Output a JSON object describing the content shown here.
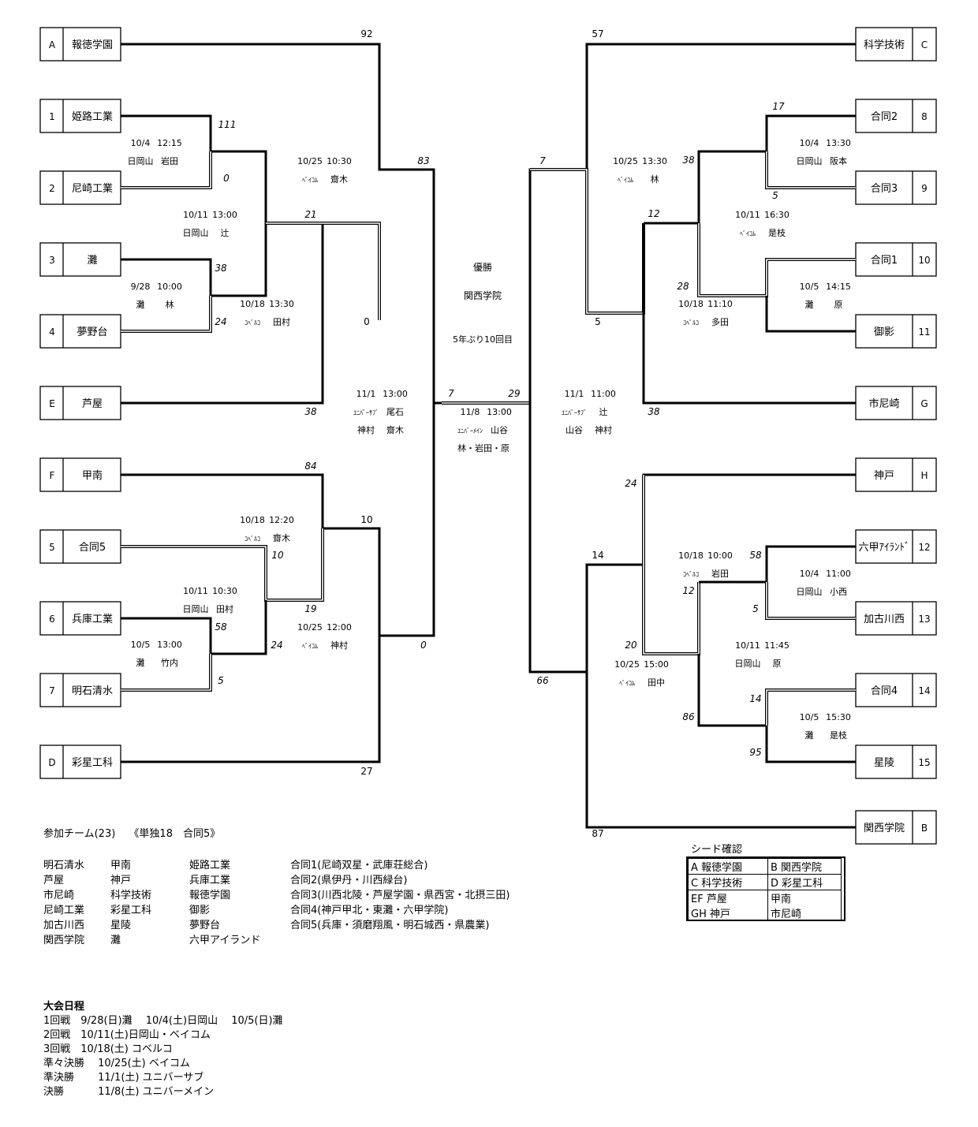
{
  "teams_left": [
    {
      "seed": "A",
      "name": "報徳学園"
    },
    {
      "seed": "1",
      "name": "姫路工業"
    },
    {
      "seed": "2",
      "name": "尼崎工業"
    },
    {
      "seed": "3",
      "name": "灘"
    },
    {
      "seed": "4",
      "name": "夢野台"
    },
    {
      "seed": "E",
      "name": "芦屋"
    },
    {
      "seed": "F",
      "name": "甲南"
    },
    {
      "seed": "5",
      "name": "合同5"
    },
    {
      "seed": "6",
      "name": "兵庫工業"
    },
    {
      "seed": "7",
      "name": "明石清水"
    },
    {
      "seed": "D",
      "name": "彩星工科"
    }
  ],
  "teams_right": [
    {
      "seed": "C",
      "name": "科学技術"
    },
    {
      "seed": "8",
      "name": "合同2"
    },
    {
      "seed": "9",
      "name": "合同3"
    },
    {
      "seed": "10",
      "name": "合同1"
    },
    {
      "seed": "11",
      "name": "御影"
    },
    {
      "seed": "G",
      "name": "市尼崎"
    },
    {
      "seed": "H",
      "name": "神戸"
    },
    {
      "seed": "12",
      "name": "六甲ｱｲﾗﾝﾄﾞ"
    },
    {
      "seed": "13",
      "name": "加古川西"
    },
    {
      "seed": "14",
      "name": "合同4"
    },
    {
      "seed": "15",
      "name": "星陵"
    },
    {
      "seed": "B",
      "name": "関西学院"
    }
  ],
  "scores": [
    "92",
    "111",
    "0",
    "38",
    "24",
    "21",
    "83",
    "0",
    "38",
    "84",
    "10",
    "19",
    "58",
    "5",
    "24",
    "10",
    "0",
    "27",
    "7",
    "29",
    "57",
    "17",
    "5",
    "38",
    "12",
    "28",
    "7",
    "5",
    "38",
    "24",
    "58",
    "5",
    "12",
    "14",
    "95",
    "86",
    "20",
    "14",
    "66",
    "87"
  ],
  "match_info": [
    {
      "date": "10/4",
      "time": "12:15",
      "venue": "日岡山",
      "ump": "岩田"
    },
    {
      "date": "10/25",
      "time": "10:30",
      "venue": "ﾍﾞｲｺﾑ",
      "ump": "齋木"
    },
    {
      "date": "10/11",
      "time": "13:00",
      "venue": "日岡山",
      "ump": "辻"
    },
    {
      "date": "9/28",
      "time": "10:00",
      "venue": "灘",
      "ump": "林"
    },
    {
      "date": "10/18",
      "time": "13:30",
      "venue": "ｺﾍﾞﾙｺ",
      "ump": "田村"
    },
    {
      "date": "11/1",
      "time": "13:00",
      "venue": "ﾕﾆﾊﾞｰｻﾌﾞ",
      "ump": "尾石",
      "ump2": "神村",
      "ump3": "齋木"
    },
    {
      "date": "10/18",
      "time": "12:20",
      "venue": "ｺﾍﾞﾙｺ",
      "ump": "齋木"
    },
    {
      "date": "10/11",
      "time": "10:30",
      "venue": "日岡山",
      "ump": "田村"
    },
    {
      "date": "10/25",
      "time": "12:00",
      "venue": "ﾍﾞｲｺﾑ",
      "ump": "神村"
    },
    {
      "date": "10/5",
      "time": "13:00",
      "venue": "灘",
      "ump": "竹内"
    },
    {
      "date": "11/8",
      "time": "13:00",
      "venue": "ﾕﾆﾊﾞｰﾒｲﾝ",
      "ump": "山谷",
      "ump2": "林・岩田・原"
    },
    {
      "date": "10/25",
      "time": "13:30",
      "venue": "ﾍﾞｲｺﾑ",
      "ump": "林"
    },
    {
      "date": "10/4",
      "time": "13:30",
      "venue": "日岡山",
      "ump": "阪本"
    },
    {
      "date": "10/11",
      "time": "16:30",
      "venue": "ﾍﾞｲｺﾑ",
      "ump": "是枝"
    },
    {
      "date": "10/5",
      "time": "14:15",
      "venue": "灘",
      "ump": "原"
    },
    {
      "date": "10/18",
      "time": "11:10",
      "venue": "ｺﾍﾞﾙｺ",
      "ump": "多田"
    },
    {
      "date": "11/1",
      "time": "11:00",
      "venue": "ﾕﾆﾊﾞｰｻﾌﾞ",
      "ump": "辻",
      "ump2": "山谷",
      "ump3": "神村"
    },
    {
      "date": "10/18",
      "time": "10:00",
      "venue": "ｺﾍﾞﾙｺ",
      "ump": "岩田"
    },
    {
      "date": "10/4",
      "time": "11:00",
      "venue": "日岡山",
      "ump": "小西"
    },
    {
      "date": "10/11",
      "time": "11:45",
      "venue": "日岡山",
      "ump": "原"
    },
    {
      "date": "10/25",
      "time": "15:00",
      "venue": "ﾍﾞｲｺﾑ",
      "ump": "田中"
    },
    {
      "date": "10/5",
      "time": "15:30",
      "venue": "灘",
      "ump": "是枝"
    }
  ],
  "champion": {
    "label": "優勝",
    "name": "関西学院",
    "note": "5年ぶり10回目"
  },
  "participants": {
    "header": "参加チーム(23)　 《単独18　合同5》",
    "col1": [
      "明石清水",
      "芦屋",
      "市尼崎",
      "尼崎工業",
      "加古川西",
      "関西学院"
    ],
    "col2": [
      "甲南",
      "神戸",
      "科学技術",
      "彩星工科",
      "星陵",
      "灘"
    ],
    "col3": [
      "姫路工業",
      "兵庫工業",
      "報徳学園",
      "御影",
      "夢野台",
      "六甲アイランド"
    ],
    "col4": [
      "合同1(尼崎双星・武庫荘総合)",
      "合同2(県伊丹・川西緑台)",
      "合同3(川西北陵・芦屋学園・県西宮・北摂三田)",
      "合同4(神戸甲北・東灘・六甲学院)",
      "合同5(兵庫・須磨翔風・明石城西・県農業)"
    ]
  },
  "seed_check": {
    "title": "シード確認",
    "rows": [
      [
        "A 報徳学園",
        "B 関西学院"
      ],
      [
        "C 科学技術",
        "D 彩星工科"
      ],
      [
        "EF 芦屋",
        "甲南"
      ],
      [
        "GH 神戸",
        "市尼崎"
      ]
    ]
  },
  "schedule": {
    "title": "大会日程",
    "lines": [
      "1回戦　9/28(日)灘　 10/4(土)日岡山　 10/5(日)灘",
      "2回戦　10/11(土)日岡山・ベイコム",
      "3回戦　10/18(土) コベルコ",
      "準々決勝　 10/25(土) ベイコム",
      "準決勝　　 11/1(土) ユニバーサブ",
      "決勝　　　 11/8(土) ユニバーメイン"
    ]
  }
}
